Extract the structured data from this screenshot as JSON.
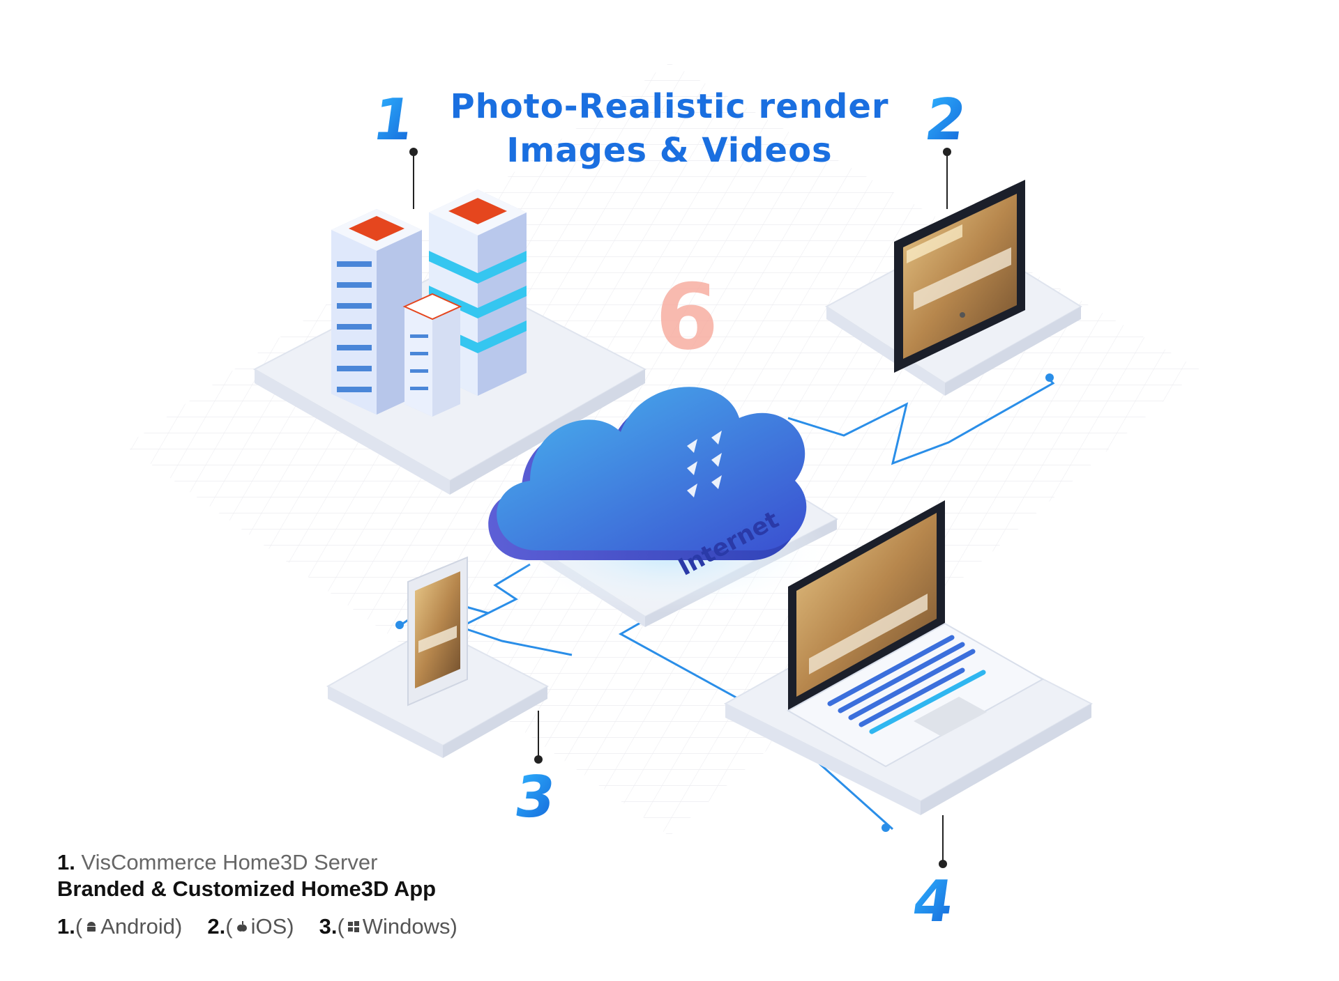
{
  "title": {
    "line1": "Photo-Realistic render",
    "line2": "Images & Videos"
  },
  "callouts": {
    "n1": "1",
    "n2": "2",
    "n3": "3",
    "n4": "4",
    "n6": "6"
  },
  "cloud_label": "Internet",
  "legend": {
    "item1_num": "1.",
    "item1_text": "VisCommerce Home3D Server",
    "item2_text": "Branded & Customized Home3D App",
    "platforms": [
      {
        "num": "1.",
        "open": "(",
        "icon": "android-icon",
        "name": "Android",
        "close": ")"
      },
      {
        "num": "2.",
        "open": "(",
        "icon": "apple-icon",
        "name": "iOS",
        "close": ")"
      },
      {
        "num": "3.",
        "open": "(",
        "icon": "windows-icon",
        "name": "Windows",
        "close": ")"
      }
    ]
  },
  "colors": {
    "title": "#1a6fe0",
    "number": "#1d8ef0",
    "cloud": "#3f7fd8",
    "line": "#2a8ee8",
    "six": "#f7a99c"
  }
}
